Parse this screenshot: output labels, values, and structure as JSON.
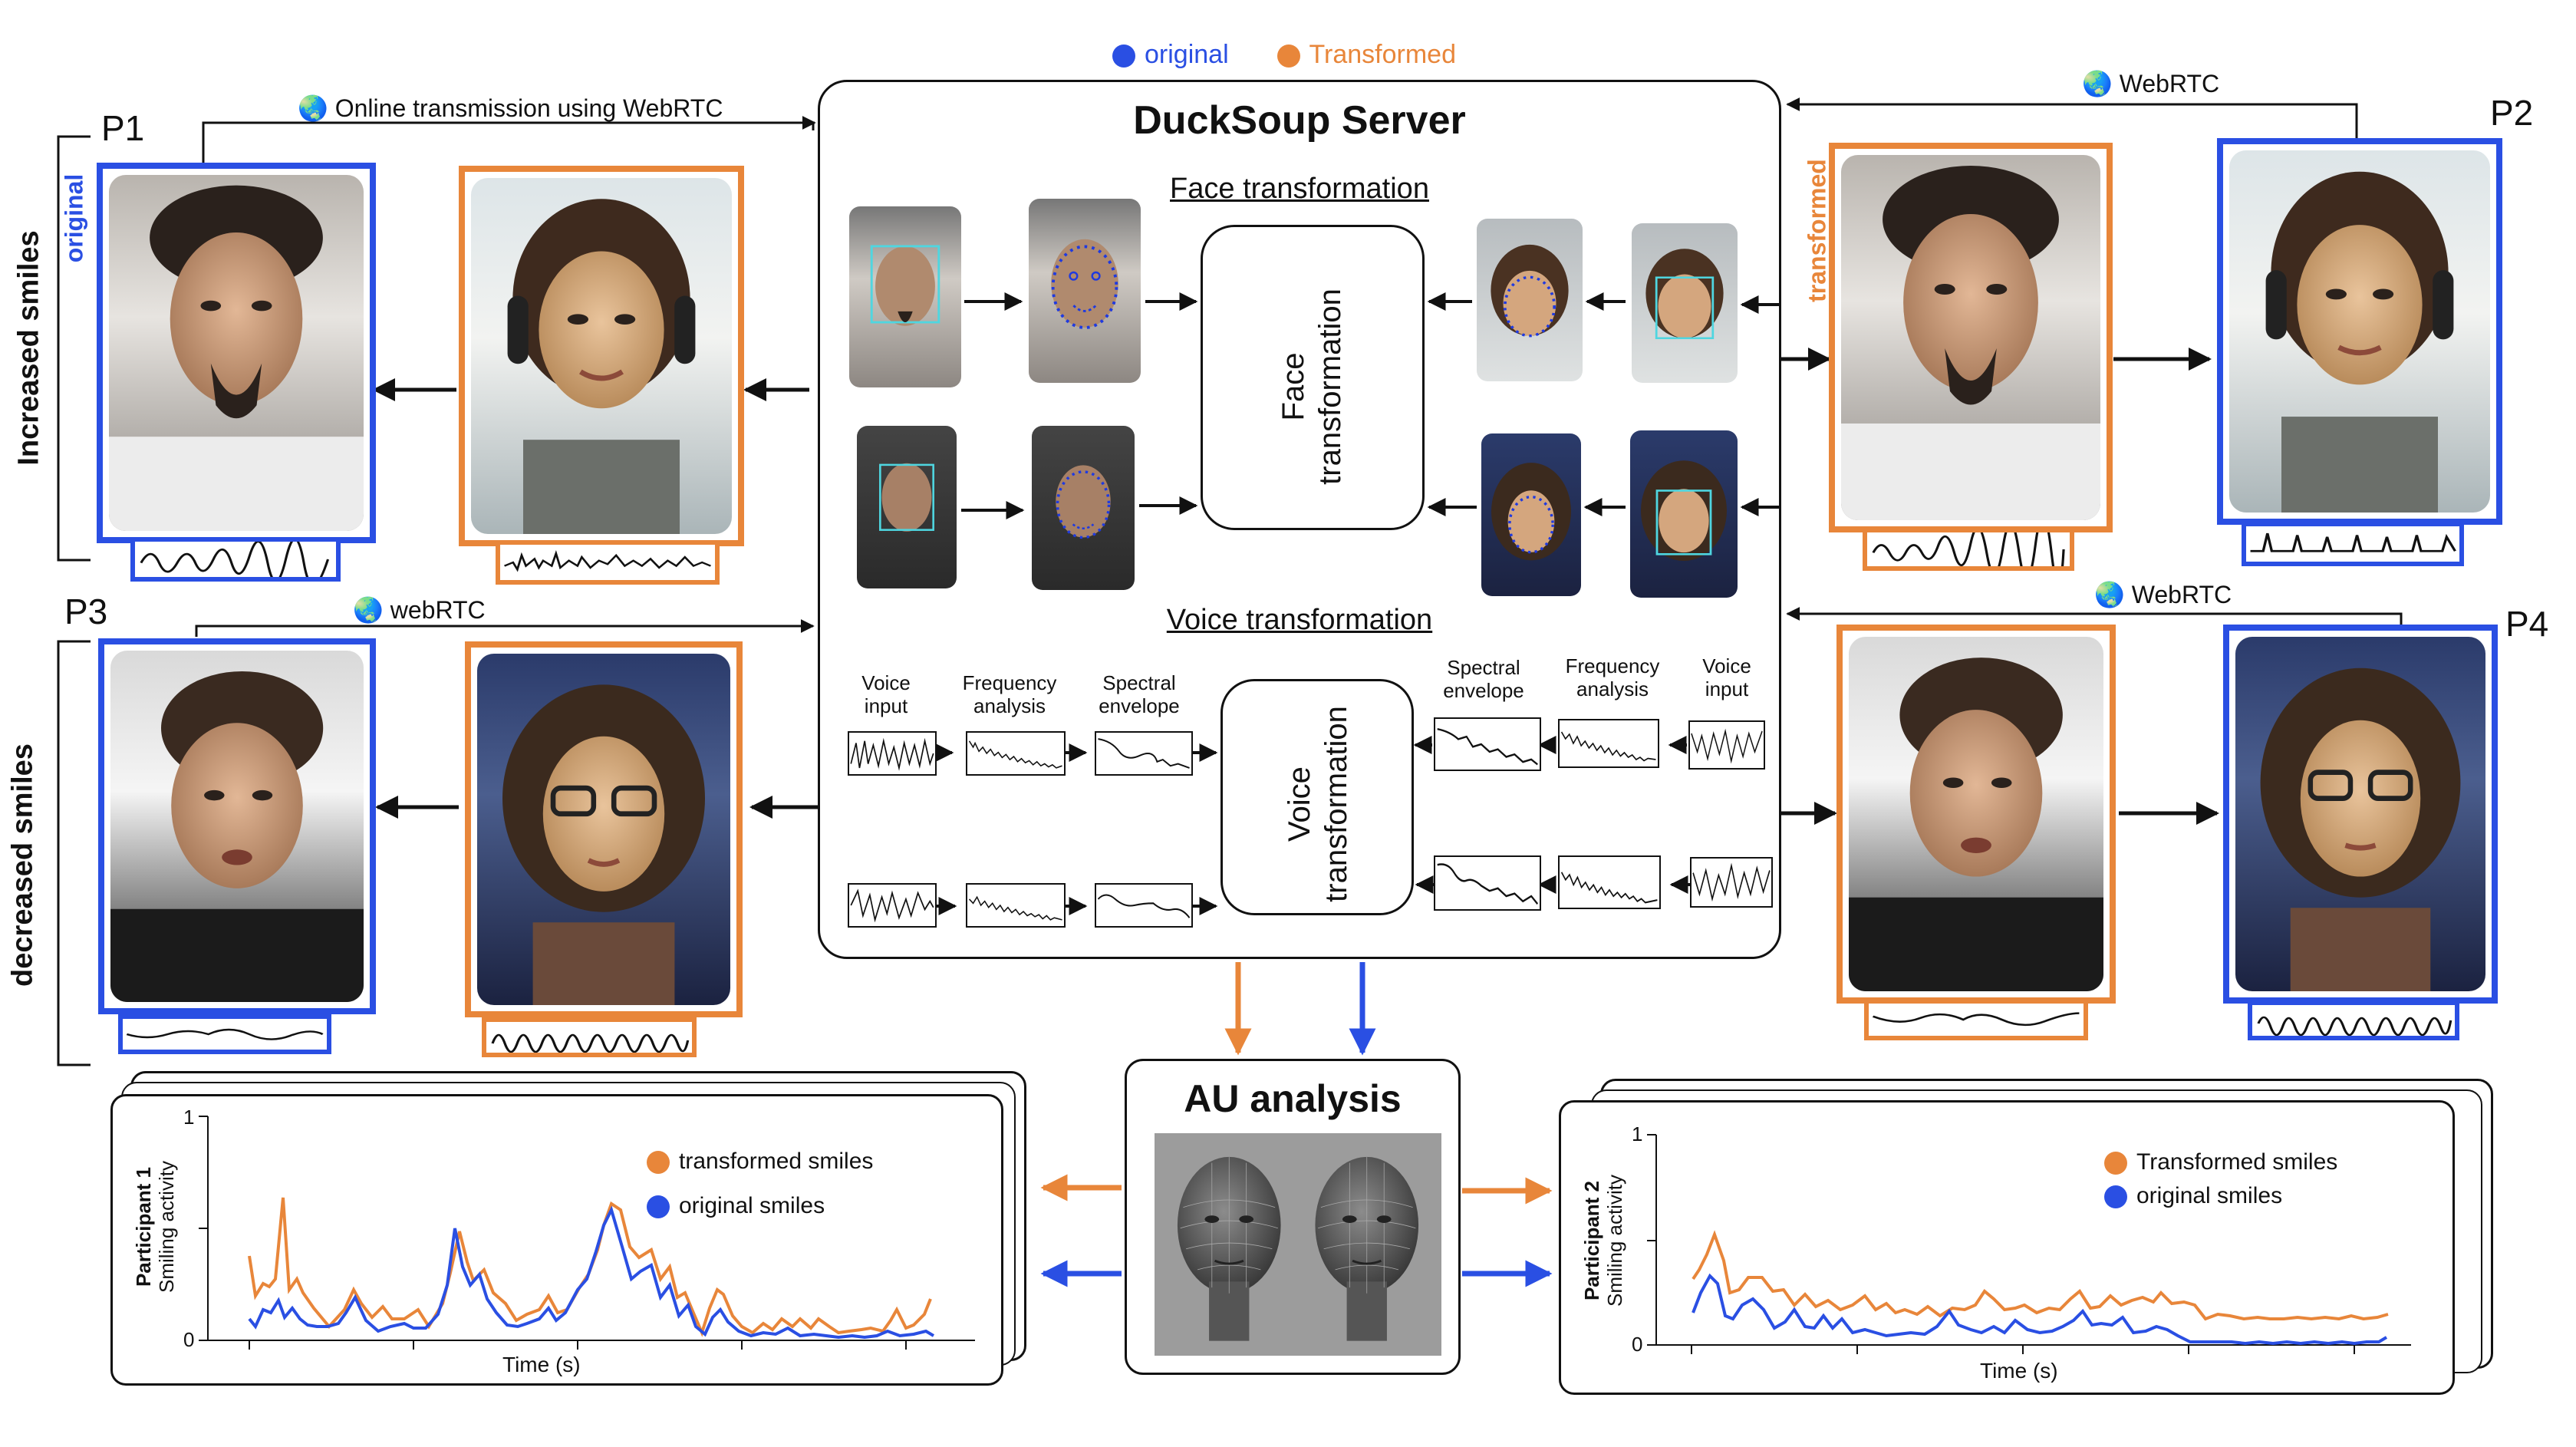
{
  "legend_top": {
    "original": "original",
    "transformed": "Transformed"
  },
  "colors": {
    "blue": "#2a4fe3",
    "orange": "#e8863a",
    "black": "#111111"
  },
  "participants": {
    "p1": "P1",
    "p2": "P2",
    "p3": "P3",
    "p4": "P4"
  },
  "row_labels": {
    "increased": "Increased smiles",
    "decreased": "decreased smiles"
  },
  "side_labels": {
    "original": "original",
    "transformed": "transformed"
  },
  "transmission": {
    "p1": "Online transmission using WebRTC",
    "p2": "WebRTC",
    "p3": "webRTC",
    "p4": "WebRTC",
    "globe_icon": "globe-icon"
  },
  "server": {
    "title": "DuckSoup Server",
    "face_section": "Face transformation",
    "face_node": [
      "Face",
      "transformation"
    ],
    "voice_section": "Voice transformation",
    "voice_node": [
      "Voice",
      "transformation"
    ],
    "voice_labels_left": [
      [
        "Voice",
        "input"
      ],
      [
        "Frequency",
        "analysis"
      ],
      [
        "Spectral",
        "envelope"
      ]
    ],
    "voice_labels_right": [
      [
        "Spectral",
        "envelope"
      ],
      [
        "Frequency",
        "analysis"
      ],
      [
        "Voice",
        "input"
      ]
    ]
  },
  "au_analysis": {
    "title": "AU analysis"
  },
  "plot_left": {
    "ylabel_1": "Participant 1",
    "ylabel_2": "Smiling activity",
    "xlabel": "Time (s)",
    "ytick_top": "1",
    "ytick_bottom": "0",
    "legend": [
      "transformed smiles",
      "original smiles"
    ]
  },
  "plot_right": {
    "ylabel_1": "Participant 2",
    "ylabel_2": "Smiling activity",
    "xlabel": "Time (s)",
    "ytick_top": "1",
    "ytick_bottom": "0",
    "legend": [
      "Transformed smiles",
      "original smiles"
    ]
  }
}
